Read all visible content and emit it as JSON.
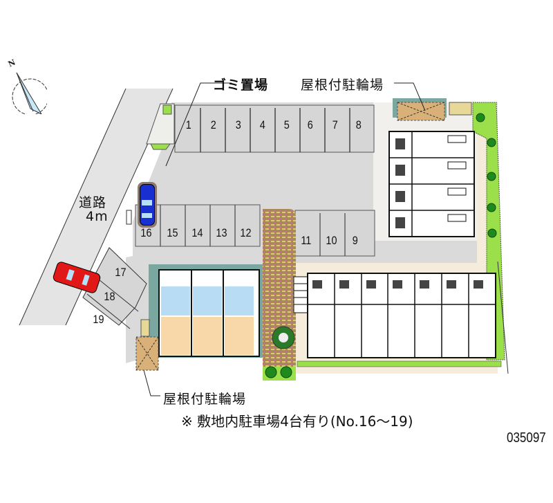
{
  "compass": {
    "label": "N",
    "icon": "north-arrow-icon"
  },
  "road": {
    "name": "道路",
    "width": "4m"
  },
  "labels": {
    "garbage": "ゴミ置場",
    "bike_parking_top": "屋根付駐輪場",
    "bike_parking_bottom": "屋根付駐輪場"
  },
  "parking": {
    "top_row": [
      "1",
      "2",
      "3",
      "4",
      "5",
      "6",
      "7",
      "8"
    ],
    "middle_row": [
      "16",
      "15",
      "14",
      "13",
      "12"
    ],
    "right_row": [
      "11",
      "10",
      "9"
    ],
    "diagonal": [
      "17",
      "18",
      "19"
    ]
  },
  "vehicles": [
    {
      "type": "car",
      "color": "#1a2fd0",
      "spot": "16"
    },
    {
      "type": "car",
      "color": "#e01818",
      "spot": "road"
    }
  ],
  "note": "※ 敷地内駐車場4台有り(No.16～19)",
  "property_code": "035097",
  "colors": {
    "lot": "#dcdcdc",
    "road": "#e4e4e4",
    "wet_area": "#b8dcf4",
    "room": "#f8d8a8",
    "green": "#9be04a",
    "paving": "#b89a60",
    "bike_roof": "#d8b078",
    "walkway": "#f6ecdc",
    "hedge_border": "#7aa8a0"
  }
}
